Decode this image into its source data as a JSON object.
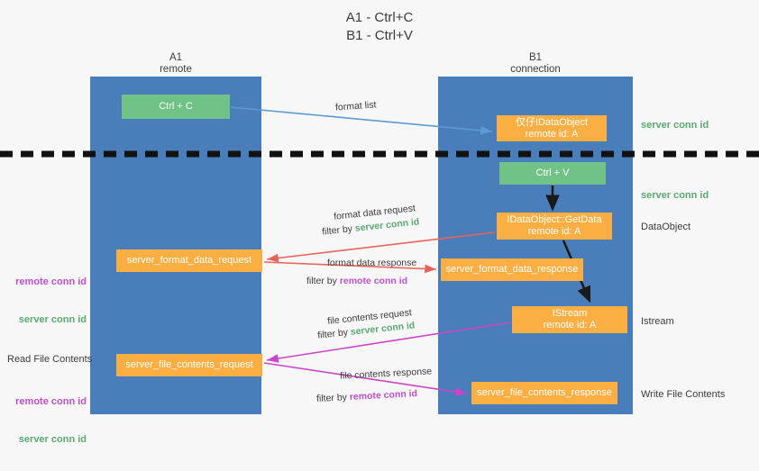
{
  "title": "A1 - Ctrl+C\nB1 - Ctrl+V",
  "lanes": {
    "a": {
      "name": "A1",
      "sub": "remote",
      "label": "A1\nremote"
    },
    "b": {
      "name": "B1",
      "sub": "connection",
      "label": "B1\nconnection"
    }
  },
  "boxes": {
    "ctrl_c": {
      "label": "Ctrl + C",
      "color": "#71c287"
    },
    "ctrl_v": {
      "label": "Ctrl + V",
      "color": "#71c287"
    },
    "idataobject": {
      "label": "仅仔IDataObject\nremote id: A",
      "color": "#fbae42"
    },
    "getdata": {
      "label": "IDataObject::GetData\nremote id: A",
      "color": "#fbae42"
    },
    "istream": {
      "label": "IStream\nremote id: A",
      "color": "#fbae42"
    },
    "format_data_request": {
      "label": "server_format_data_request",
      "color": "#fbae42"
    },
    "format_data_response": {
      "label": "server_format_data_response",
      "color": "#fbae42"
    },
    "file_contents_request": {
      "label": "server_file_contents_request",
      "color": "#fbae42"
    },
    "file_contents_response": {
      "label": "server_file_contents_response",
      "color": "#fbae42"
    }
  },
  "edges": [
    {
      "id": "format-list",
      "label": "format list",
      "color": "#5b9bd5"
    },
    {
      "id": "format-data-request",
      "label": "format data request",
      "filter_prefix": "filter by ",
      "filter_key": "server conn id",
      "color": "#e8645a"
    },
    {
      "id": "format-data-response",
      "label": "format data response",
      "filter_prefix": "filter by ",
      "filter_key": "remote conn id",
      "color": "#e8645a"
    },
    {
      "id": "file-contents-request",
      "label": "file contents request",
      "filter_prefix": "filter by ",
      "filter_key": "server conn id",
      "color": "#cc44c8"
    },
    {
      "id": "file-contents-response",
      "label": "file contents response",
      "filter_prefix": "filter by ",
      "filter_key": "remote conn id",
      "color": "#cc44c8"
    }
  ],
  "annotations": {
    "server_conn_id": "server conn id",
    "remote_conn_id": "remote conn id",
    "dataobject": "DataObject",
    "istream": "Istream",
    "write_file_contents": "Write File Contents",
    "read_file_contents": "Read File Contents"
  },
  "colors": {
    "lane": "#4a7ebb",
    "box_orange": "#fbae42",
    "box_green": "#71c287",
    "green_text": "#5aa96f",
    "purple_text": "#c04fd0",
    "red_arrow": "#e8645a",
    "magenta_arrow": "#cc44c8",
    "blue_arrow": "#5b9bd5",
    "black_arrow": "#1a1a1a",
    "background": "#f7f7f7"
  }
}
